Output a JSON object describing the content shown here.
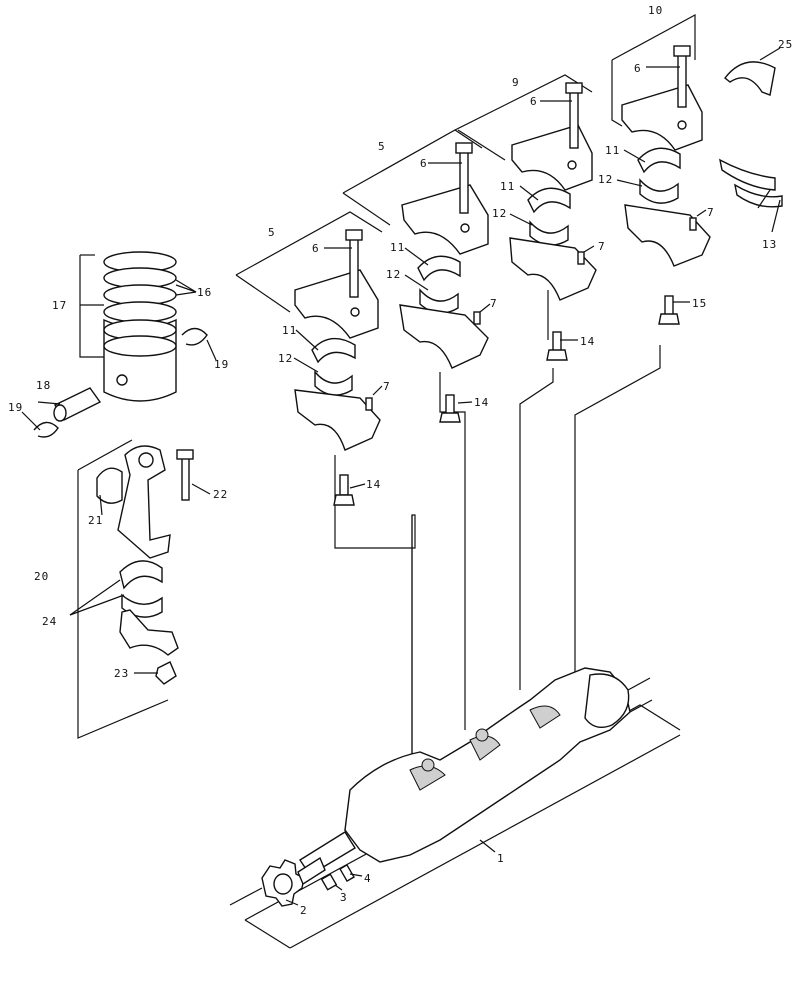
{
  "callouts": {
    "c1": "1",
    "c2": "2",
    "c3": "3",
    "c4": "4",
    "c5a": "5",
    "c5b": "5",
    "c6a": "6",
    "c6b": "6",
    "c6c": "6",
    "c6d": "6",
    "c7a": "7",
    "c7b": "7",
    "c7c": "7",
    "c7d": "7",
    "c9": "9",
    "c10": "10",
    "c11a": "11",
    "c11b": "11",
    "c11c": "11",
    "c11d": "11",
    "c12a": "12",
    "c12b": "12",
    "c12c": "12",
    "c12d": "12",
    "c13": "13",
    "c14a": "14",
    "c14b": "14",
    "c14c": "14",
    "c15": "15",
    "c16": "16",
    "c17": "17",
    "c18": "18",
    "c19a": "19",
    "c19b": "19",
    "c20": "20",
    "c21": "21",
    "c22": "22",
    "c23": "23",
    "c24": "24",
    "c25": "25"
  }
}
